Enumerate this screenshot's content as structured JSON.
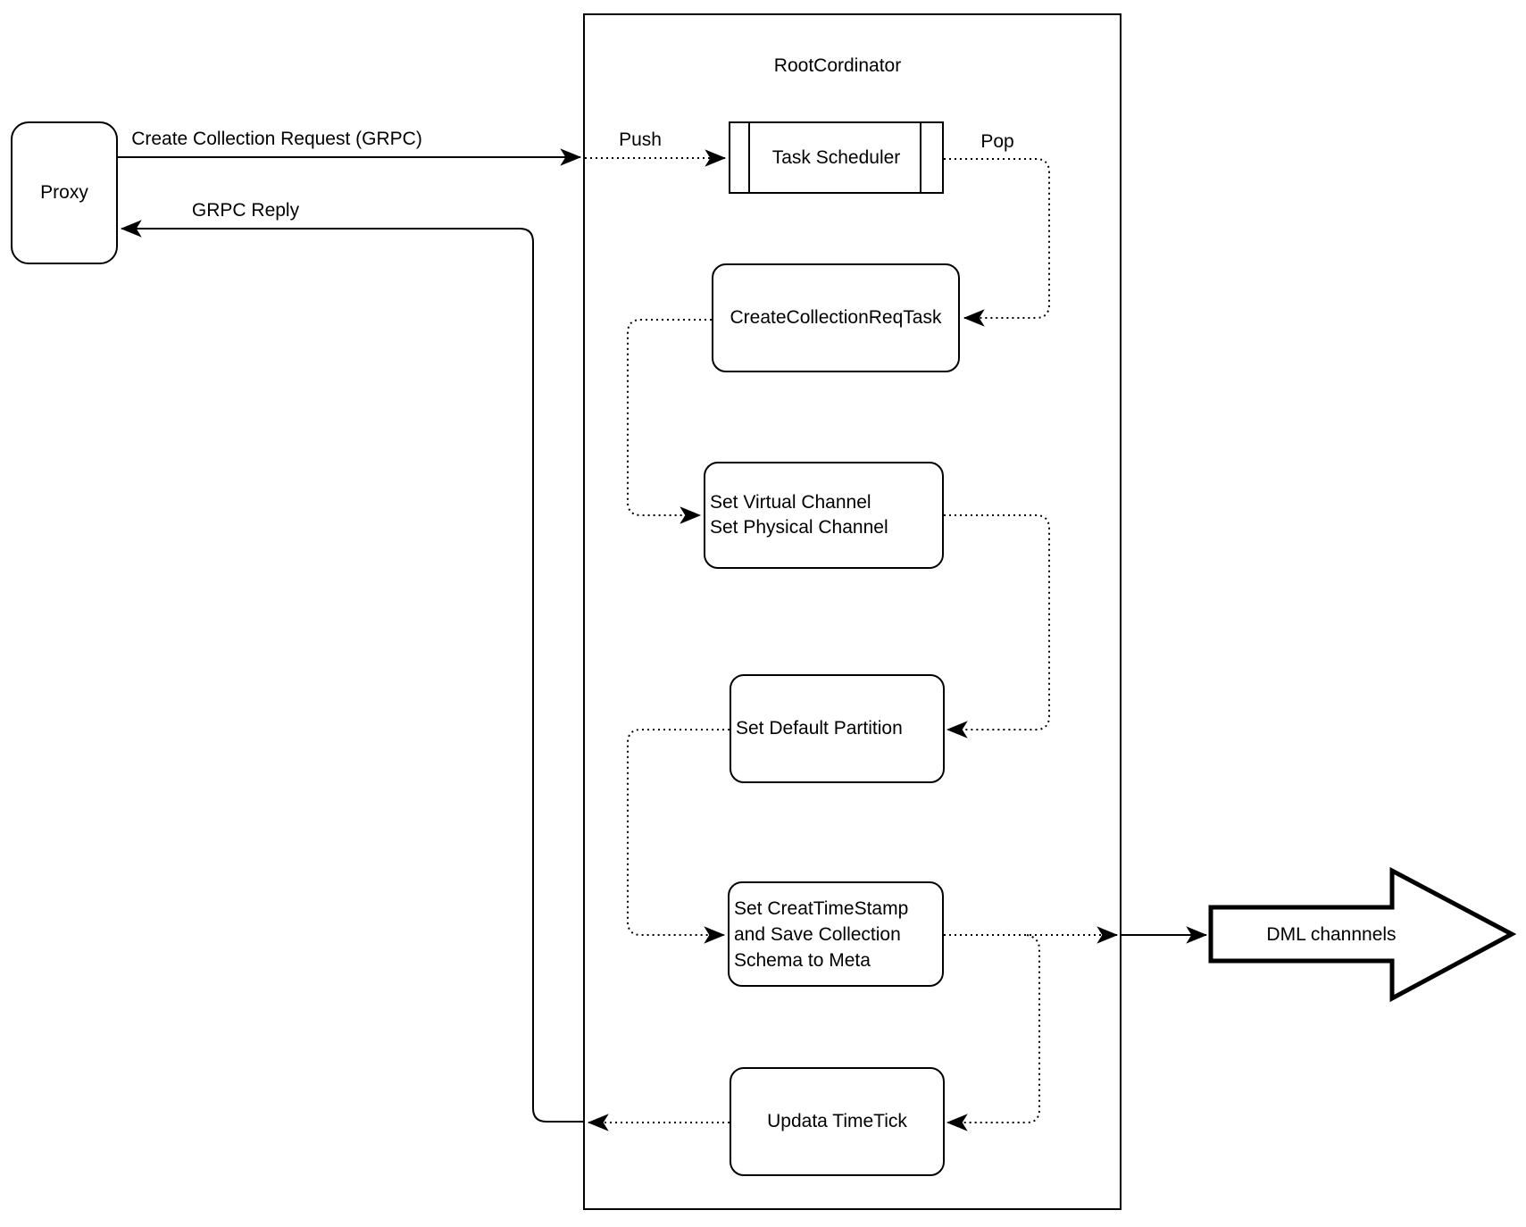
{
  "diagram": {
    "title": "RootCordinator",
    "colors": {
      "stroke": "#000000",
      "fill": "#ffffff",
      "text": "#000000"
    },
    "nodes": {
      "proxy": {
        "label": "Proxy"
      },
      "task_scheduler": {
        "label": "Task Scheduler"
      },
      "create_collection_req_task": {
        "label": "CreateCollectionReqTask"
      },
      "set_channels": {
        "label": "Set Virtual Channel\nSet Physical Channel"
      },
      "set_default_partition": {
        "label": "Set Default Partition"
      },
      "set_creat_timestamp": {
        "label": "Set CreatTimeStamp\nand Save Collection\nSchema to Meta"
      },
      "updata_timetick": {
        "label": "Updata TimeTick"
      },
      "dml_channels": {
        "label": "DML channnels"
      }
    },
    "edges": {
      "create_collection_request": {
        "label": "Create Collection Request (GRPC)"
      },
      "grpc_reply": {
        "label": "GRPC Reply"
      },
      "push": {
        "label": "Push"
      },
      "pop": {
        "label": "Pop"
      }
    }
  }
}
